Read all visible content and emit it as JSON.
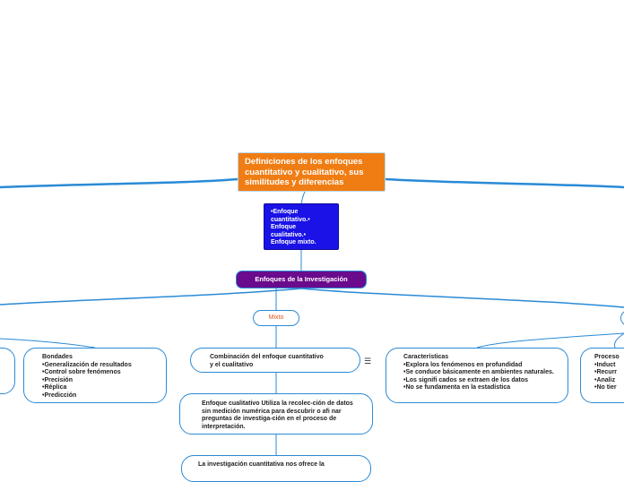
{
  "root": {
    "title": "Definiciones de los enfoques cuantitativo y cualitativo, sus similitudes y diferencias"
  },
  "topics": {
    "text": "•Enfoque\ncuantitativo.•\nEnfoque\ncualitativo.•\nEnfoque mixto."
  },
  "enfoques": {
    "label": "Enfoques de la Investigación"
  },
  "mixto": {
    "label": "Mixto"
  },
  "bondades": {
    "title": "Bondades",
    "items": [
      "Generalización de resultados",
      "Control sobre fenómenos",
      "Precisión",
      "Réplica",
      "Predicción"
    ]
  },
  "combinacion": {
    "line1": "Combinación del enfoque cuantitativo",
    "line2": "y el cualitativo"
  },
  "caracteristicas": {
    "title": "Características",
    "items": [
      "Explora los fenómenos en profundidad",
      "Se conduce básicamente en ambientes naturales.",
      "Los signifi cados se extraen de los datos",
      "No se fundamenta en la estadística"
    ]
  },
  "proceso": {
    "title": "Proceso",
    "items": [
      "Induct",
      "Recurr",
      "Analiz",
      "No tier"
    ]
  },
  "cualitativo": {
    "text": "Enfoque cualitativo Utiliza la recolec-ción de datos sin medición numérica para descubrir o afi nar preguntas de investiga-ción en el proceso de interpretación."
  },
  "cuantitativo": {
    "text": "La investigación cuantitativa nos ofrece la"
  },
  "colors": {
    "root": "#f07d13",
    "topics": "#1a12e6",
    "enfoques": "#6a0a8c",
    "line": "#2a8ad6",
    "mixto_text": "#e8531c"
  }
}
